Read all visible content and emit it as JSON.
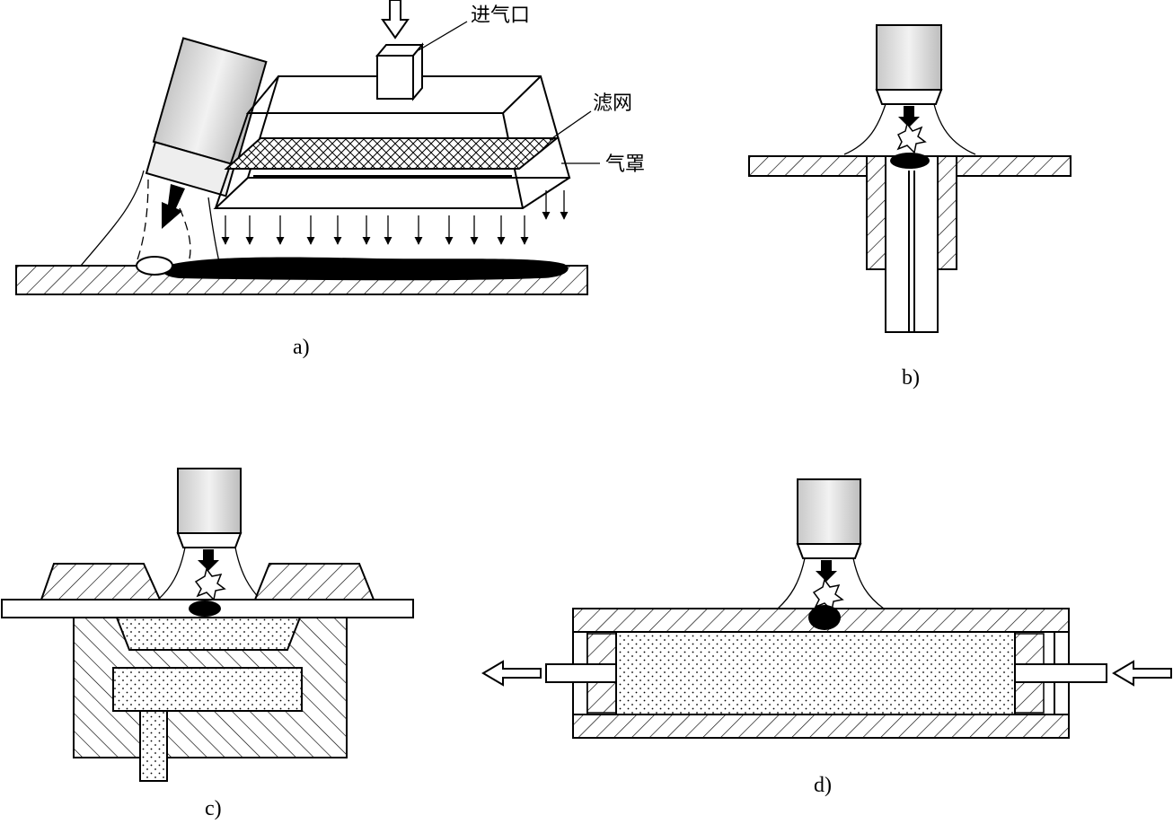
{
  "labels": {
    "inlet": "进气口",
    "filter": "滤网",
    "hood": "气罩"
  },
  "captions": {
    "a": "a)",
    "b": "b)",
    "c": "c)",
    "d": "d)"
  },
  "colors": {
    "ink": "#000000",
    "paper": "#ffffff",
    "lens_shade": "#d9d9d9"
  }
}
